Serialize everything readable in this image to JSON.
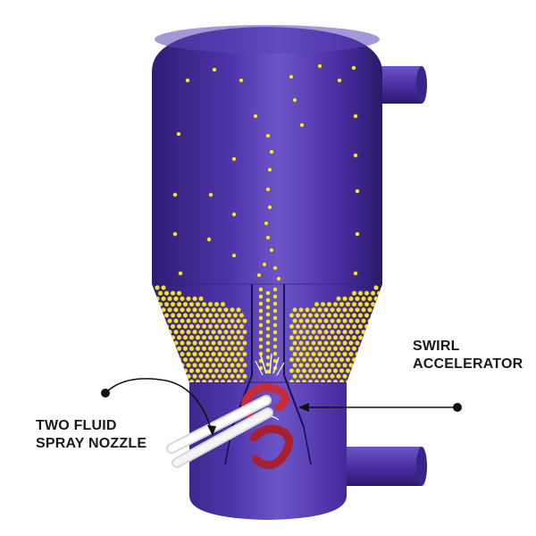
{
  "labels": {
    "swirl_accelerator": [
      "SWIRL",
      "ACCELERATOR"
    ],
    "spray_nozzle": [
      "TWO FLUID",
      "SPRAY NOZZLE"
    ]
  },
  "colors": {
    "vessel": "#4a2fa3",
    "vessel_highlight": "#6d55c8",
    "vessel_shadow": "#2f1c73",
    "particle": "#f2e33a",
    "nozzle_pipe": "#f4f4f4",
    "swirl_ribbon": "#c62b3b",
    "leader_line": "#111111"
  }
}
